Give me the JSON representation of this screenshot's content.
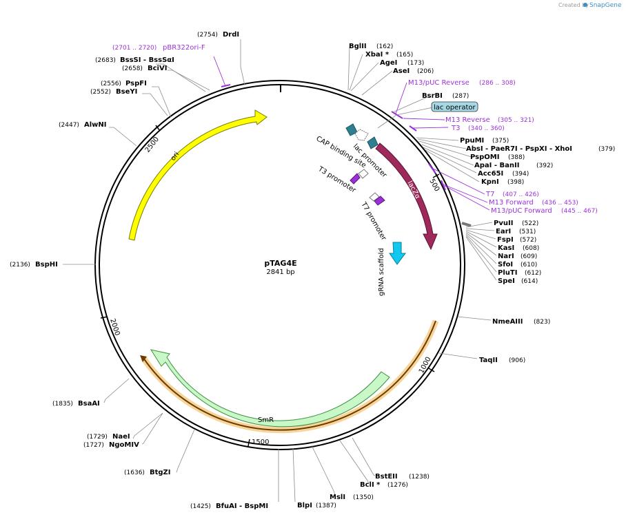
{
  "credit": {
    "label": "Created by",
    "brand": "SnapGene"
  },
  "plasmid": {
    "name": "pTAG4E",
    "length": "2841 bp"
  },
  "ticks": [
    "500",
    "1000",
    "1500",
    "2000",
    "2500"
  ],
  "features": {
    "ori": "ori",
    "lacza": "lacZα",
    "smr": "SmR",
    "cap": "CAP binding site",
    "lacpromoter": "lac promoter",
    "t3": "T3 promoter",
    "t7": "T7 promoter",
    "grna": "gRNA scaffold",
    "lacoperator": "lac operator"
  },
  "sites": {
    "drdi": {
      "name": "DrdI",
      "pos": "(2754)"
    },
    "bsssi": {
      "name": "BssSI  - BssSαI",
      "pos": "(2683)"
    },
    "bcivi": {
      "name": "BciVI",
      "pos": "(2658)"
    },
    "pspfi": {
      "name": "PspFI",
      "pos": "(2556)"
    },
    "bseyi": {
      "name": "BseYI",
      "pos": "(2552)"
    },
    "alwni": {
      "name": "AlwNI",
      "pos": "(2447)"
    },
    "bsphi": {
      "name": "BspHI",
      "pos": "(2136)"
    },
    "bsaai": {
      "name": "BsaAI",
      "pos": "(1835)"
    },
    "naei": {
      "name": "NaeI",
      "pos": "(1729)"
    },
    "ngomiv": {
      "name": "NgoMIV",
      "pos": "(1727)"
    },
    "btgzi": {
      "name": "BtgZI",
      "pos": "(1636)"
    },
    "bfuai": {
      "name": "BfuAI  - BspMI",
      "pos": "(1425)"
    },
    "blpi": {
      "name": "BlpI",
      "pos": "(1387)"
    },
    "msli": {
      "name": "MslI",
      "pos": "(1350)"
    },
    "bcli": {
      "name": "BclI *",
      "pos": "(1276)"
    },
    "bsteii": {
      "name": "BstEII",
      "pos": "(1238)"
    },
    "nmeaiii": {
      "name": "NmeAIII",
      "pos": "(823)"
    },
    "taqii": {
      "name": "TaqII",
      "pos": "(906)"
    },
    "bglii": {
      "name": "BglII",
      "pos": "(162)"
    },
    "xbai": {
      "name": "XbaI *",
      "pos": "(165)"
    },
    "agei": {
      "name": "AgeI",
      "pos": "(173)"
    },
    "asei": {
      "name": "AseI",
      "pos": "(206)"
    },
    "bsrbi": {
      "name": "BsrBI",
      "pos": "(287)"
    },
    "ppumi": {
      "name": "PpuMI",
      "pos": "(375)"
    },
    "absi": {
      "name": "AbsI  - PaeR7I  - PspXI  - XhoI",
      "pos": "(379)"
    },
    "pspomi": {
      "name": "PspOMI",
      "pos": "(388)"
    },
    "apai": {
      "name": "ApaI  - BanII",
      "pos": "(392)"
    },
    "acc65i": {
      "name": "Acc65I",
      "pos": "(394)"
    },
    "kpni": {
      "name": "KpnI",
      "pos": "(398)"
    },
    "pvuii": {
      "name": "PvuII",
      "pos": "(522)"
    },
    "eari": {
      "name": "EarI",
      "pos": "(531)"
    },
    "fspi": {
      "name": "FspI",
      "pos": "(572)"
    },
    "kasi": {
      "name": "KasI",
      "pos": "(608)"
    },
    "nari": {
      "name": "NarI",
      "pos": "(609)"
    },
    "sfoi": {
      "name": "SfoI",
      "pos": "(610)"
    },
    "pluti": {
      "name": "PluTI",
      "pos": "(612)"
    },
    "spei": {
      "name": "SpeI",
      "pos": "(614)"
    }
  },
  "primers": {
    "pbr": {
      "name": "pBR322ori-F",
      "pos": "(2701 .. 2720)"
    },
    "m13pucrev": {
      "name": "M13/pUC Reverse",
      "pos": "(286 .. 308)"
    },
    "m13rev": {
      "name": "M13 Reverse",
      "pos": "(305 .. 321)"
    },
    "t3": {
      "name": "T3",
      "pos": "(340 .. 360)"
    },
    "t7": {
      "name": "T7",
      "pos": "(407 .. 426)"
    },
    "m13fwd": {
      "name": "M13 Forward",
      "pos": "(436 .. 453)"
    },
    "m13pucfwd": {
      "name": "M13/pUC Forward",
      "pos": "(445 .. 467)"
    }
  },
  "colors": {
    "ori": "#ffff00",
    "lacza": "#9e2a5c",
    "smr": "#c8f7c8",
    "grna": "#10c8f0",
    "primer": "#9b30d9",
    "lac_operator": "#a6d8e6"
  }
}
